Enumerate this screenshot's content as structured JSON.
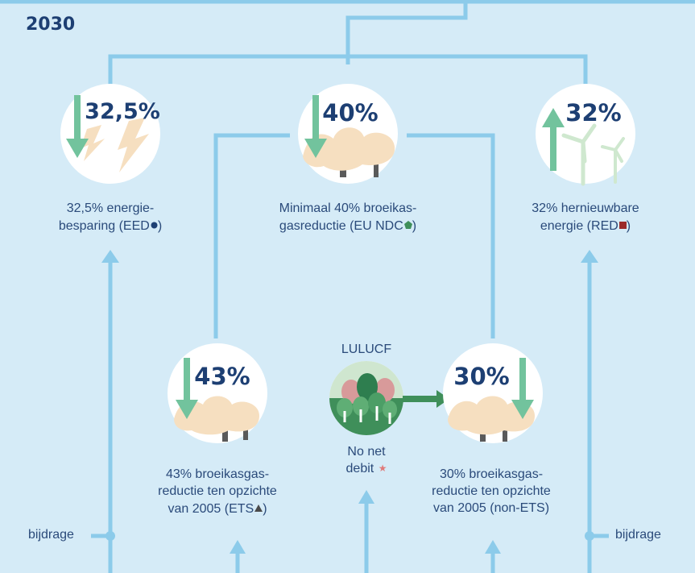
{
  "year": "2030",
  "targets": {
    "energy": {
      "percent": "32,5%",
      "caption_line1": "32,5% energie-",
      "caption_line2": "besparing (EED",
      "caption_end": ")"
    },
    "ghg": {
      "percent": "40%",
      "caption_line1": "Minimaal 40% broeikas-",
      "caption_line2": "gasreductie (EU NDC",
      "caption_end": ")"
    },
    "renewable": {
      "percent": "32%",
      "caption_line1": "32% hernieuwbare",
      "caption_line2": "energie (RED",
      "caption_end": ")"
    },
    "ets": {
      "percent": "43%",
      "caption_line1": "43% broeikasgas-",
      "caption_line2": "reductie ten opzichte",
      "caption_line3": "van 2005 (ETS",
      "caption_end": ")"
    },
    "lulucf": {
      "title": "LULUCF",
      "caption_line1": "No net",
      "caption_line2": "debit"
    },
    "nonets": {
      "percent": "30%",
      "caption_line1": "30% broeikasgas-",
      "caption_line2": "reductie ten opzichte",
      "caption_line3": "van 2005 (non-ETS)"
    }
  },
  "contribution_label": "bijdrage",
  "colors": {
    "background": "#d5ebf7",
    "connector": "#8ccbea",
    "arrow_green": "#72c39d",
    "text_navy": "#1d3f73",
    "smoke": "#f6dfc0",
    "eed_dot": "#1d3f73",
    "ndc_pentagon": "#3f8f5a",
    "red_square": "#9b2a2a",
    "ets_triangle": "#4a4a4a",
    "debit_star": "#e07a7a"
  }
}
